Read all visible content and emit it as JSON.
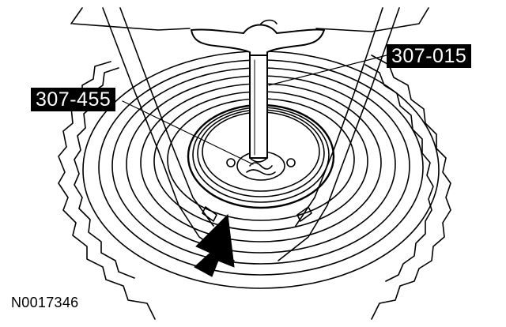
{
  "callouts": {
    "upper_right": "307-015",
    "left": "307-455"
  },
  "figure_id": "N0017346",
  "colors": {
    "ink": "#000000",
    "paper": "#ffffff"
  }
}
